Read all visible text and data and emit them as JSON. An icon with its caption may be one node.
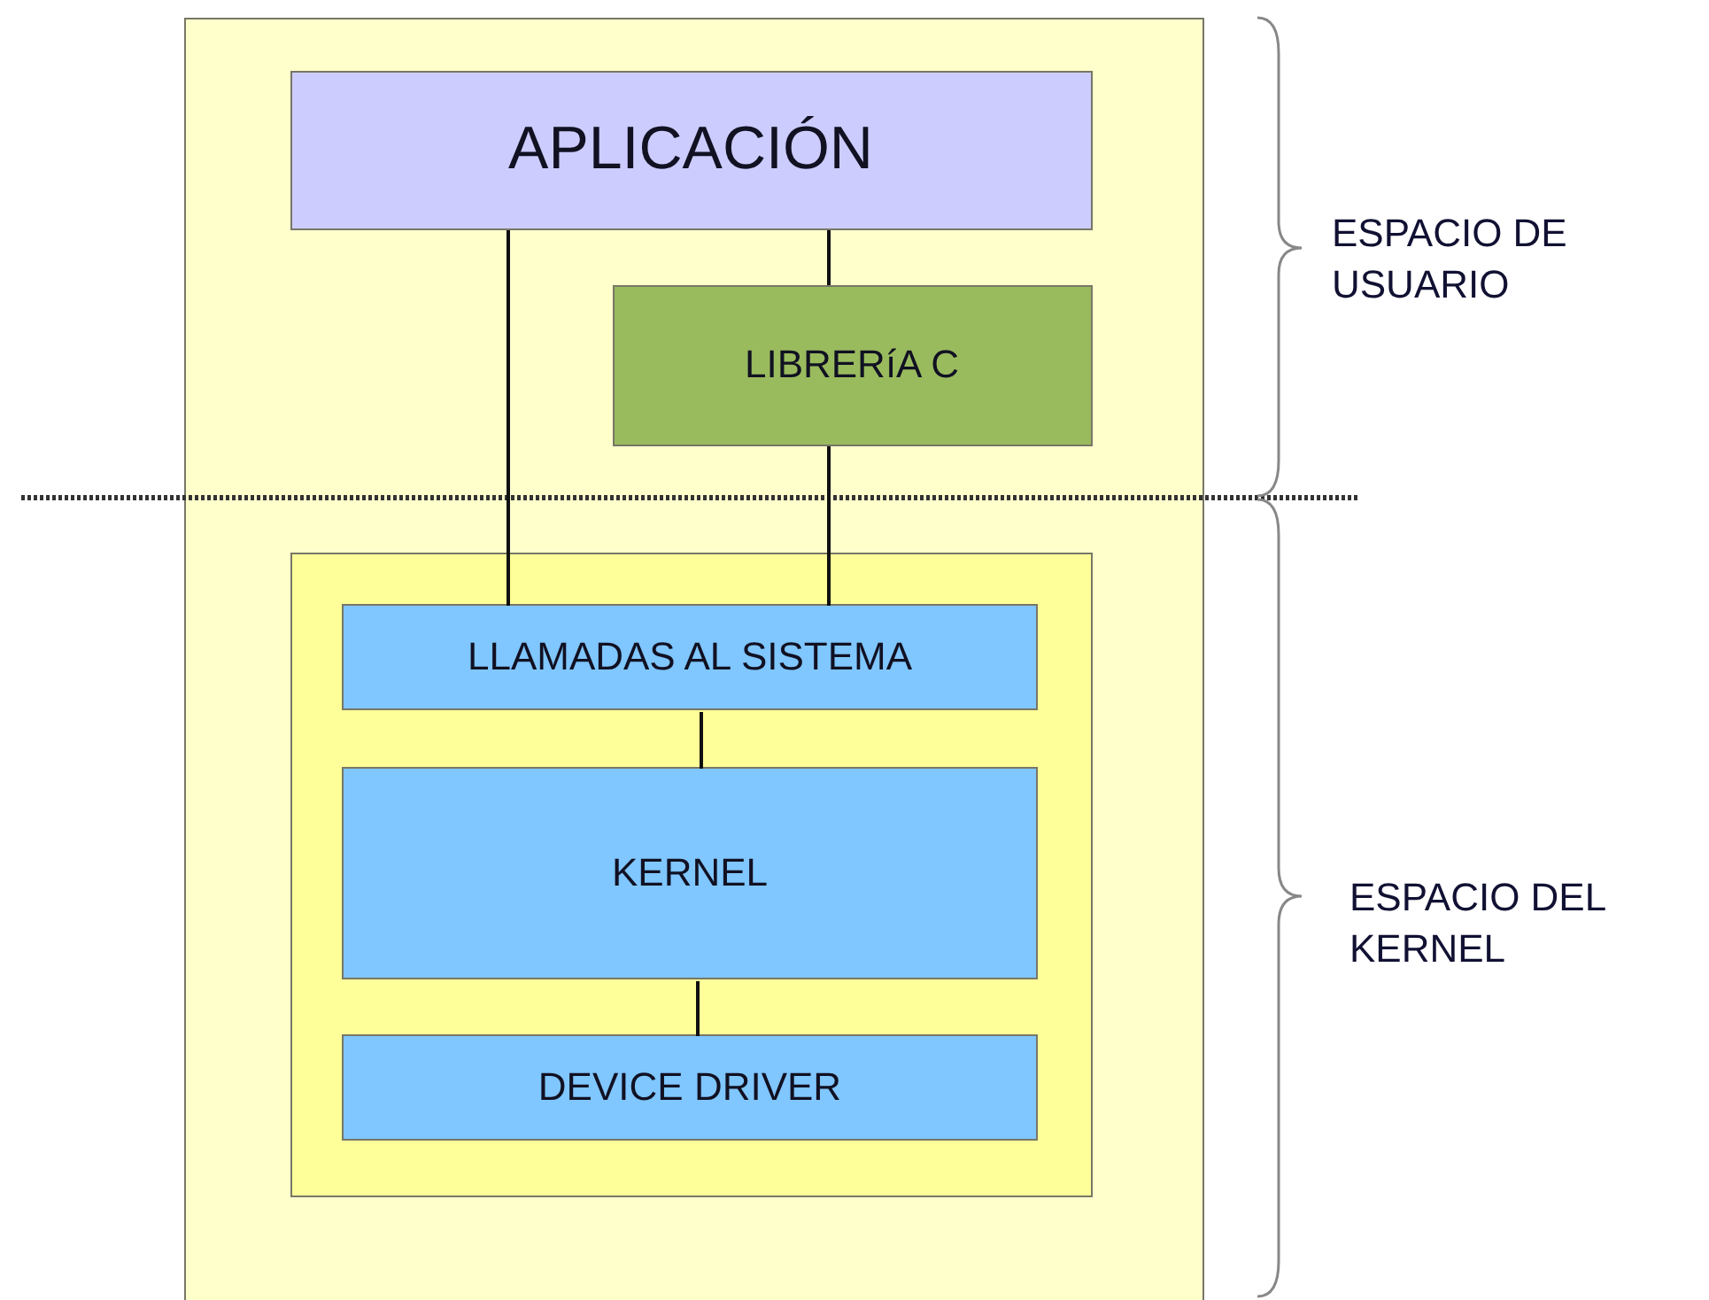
{
  "diagram": {
    "nodes": [
      {
        "text": [],
        "shape": "box"
      },
      {
        "text": [
          "APLICACIÓN"
        ],
        "in": 0
      },
      {
        "text": [
          "LIBRERíA C"
        ],
        "in": 0
      },
      {
        "text": [],
        "shape": "box",
        "in": 0
      },
      {
        "text": [
          "LLAMADAS AL SISTEMA"
        ],
        "in": 3
      },
      {
        "text": [
          "KERNEL"
        ],
        "in": 3
      },
      {
        "text": [
          "DEVICE DRIVER"
        ],
        "in": 3
      }
    ],
    "edges": [
      {
        "from": 1,
        "to": 4,
        "arrow": "none"
      },
      {
        "from": 1,
        "to": 2,
        "arrow": "none"
      },
      {
        "from": 2,
        "to": 4,
        "arrow": "none"
      },
      {
        "from": 4,
        "to": 5,
        "arrow": "none"
      },
      {
        "from": 5,
        "to": 6,
        "arrow": "none"
      }
    ],
    "labels": [
      "ESPACIO DE USUARIO",
      "ESPACIO DEL KERNEL"
    ]
  }
}
